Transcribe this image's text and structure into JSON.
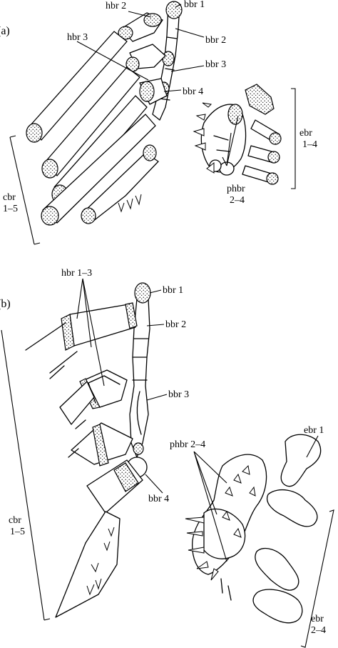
{
  "figure": {
    "panel_a": {
      "panel_label": "(a)",
      "labels": {
        "bbr1": "bbr 1",
        "bbr2": "bbr 2",
        "bbr3": "bbr 3",
        "bbr4": "bbr 4",
        "hbr2": "hbr 2",
        "hbr3": "hbr 3",
        "cbr_line1": "cbr",
        "cbr_line2": "1–5",
        "ebr_line1": "ebr",
        "ebr_line2": "1–4",
        "phbr_line1": "phbr",
        "phbr_line2": "2–4"
      }
    },
    "panel_b": {
      "panel_label": "(b)",
      "labels": {
        "hbr13": "hbr 1–3",
        "bbr1": "bbr 1",
        "bbr2": "bbr 2",
        "bbr3": "bbr 3",
        "bbr4": "bbr 4",
        "phbr24": "phbr 2–4",
        "ebr1": "ebr 1",
        "cbr_line1": "cbr",
        "cbr_line2": "1–5",
        "ebr24_line1": "ebr",
        "ebr24_line2": "2–4"
      }
    }
  }
}
